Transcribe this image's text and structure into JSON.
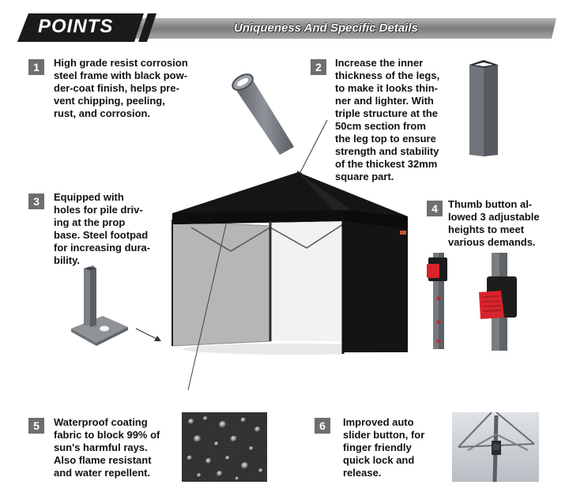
{
  "header": {
    "title": "POINTS",
    "subtitle": "Uniqueness And Specific Details"
  },
  "points": [
    {
      "number": "1",
      "text": "High grade resist corrosion\nsteel frame with black pow-\nder-coat finish, helps pre-\nvent chipping, peeling,\nrust, and corrosion."
    },
    {
      "number": "2",
      "text": "Increase the inner\nthickness of the legs,\nto make it looks thin-\nner and lighter. With\ntriple structure at the\n50cm section from\nthe leg top to ensure\nstrength and stability\nof the thickest 32mm\nsquare part."
    },
    {
      "number": "3",
      "text": "Equipped with\nholes for pile driv-\ning at the prop\nbase. Steel footpad\nfor increasing dura-\nbility."
    },
    {
      "number": "4",
      "text": "Thumb button al-\nlowed 3 adjustable\nheights to meet\nvarious demands."
    },
    {
      "number": "5",
      "text": "Waterproof coating\nfabric to block 99% of\nsun's harmful rays.\nAlso flame resistant\nand water repellent."
    },
    {
      "number": "6",
      "text": "Improved auto\nslider button, for\nfinger friendly\nquick lock and\nrelease."
    }
  ],
  "colors": {
    "badge": "#6e6e6e",
    "banner_dark": "#1a1a1a",
    "banner_grey": "#8a8a8a",
    "canopy": "#151515",
    "frame": "#767a80",
    "button_red": "#d9242c"
  }
}
